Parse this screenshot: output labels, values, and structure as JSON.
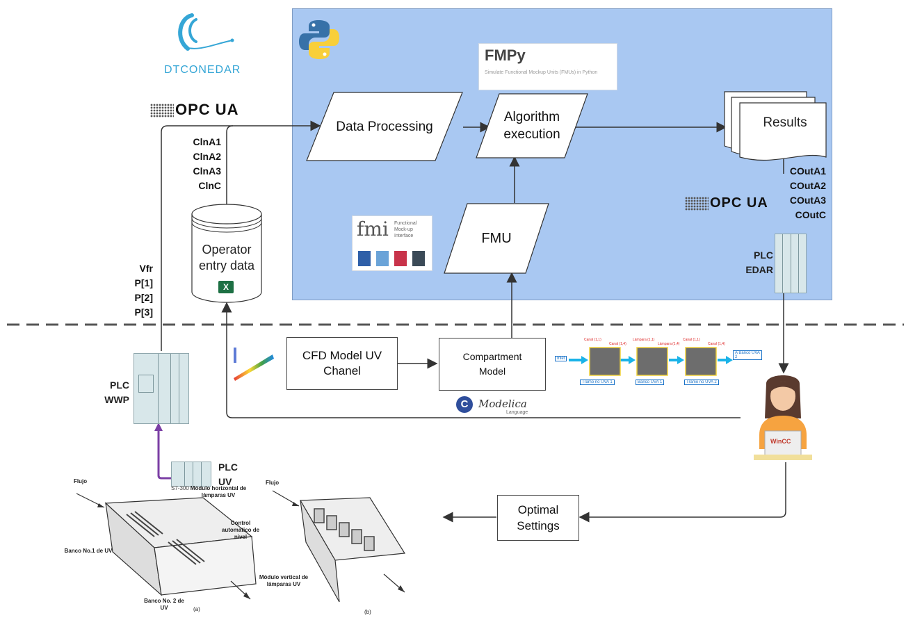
{
  "logo": {
    "text": "DTCONEDAR",
    "color": "#35a6d6"
  },
  "fmpy": {
    "title": "FMPy",
    "subtitle": "Simulate Functional Mockup Units (FMUs) in Python"
  },
  "opcua": {
    "label": "OPC UA"
  },
  "nodes": {
    "data_processing": "Data Processing",
    "algorithm_execution": "Algorithm execution",
    "results": "Results",
    "fmu": "FMU",
    "operator_entry": "Operator entry data",
    "cfd_model": "CFD Model UV Chanel",
    "compartment_model": "Compartment Model",
    "optimal_settings": "Optimal Settings"
  },
  "labels": {
    "inputs": [
      "ClnA1",
      "ClnA2",
      "ClnA3",
      "ClnC"
    ],
    "outputs": [
      "COutA1",
      "COutA2",
      "COutA3",
      "COutC"
    ],
    "plc_signals": [
      "Vfr",
      "P[1]",
      "P[2]",
      "P[3]"
    ]
  },
  "plc": {
    "wwp": "PLC WWP",
    "edar": "PLC EDAR",
    "uv": "PLC UV",
    "s7": "S7-300"
  },
  "fmi": {
    "title": "Functional Mock-up Interface",
    "letters": "fmi"
  },
  "modelica": {
    "name": "Modelica",
    "sub": "Language"
  },
  "chain": {
    "start": "Inlet",
    "stages": [
      "Tramo no UVA 1",
      "Banco UVA 1",
      "Tramo no UVA 2"
    ],
    "top": [
      "Canal (1,1)",
      "Canal (1,4)",
      "Lámpara (1,1)",
      "Lámpara (1,4)",
      "Canal (1,1)",
      "Canal (1,4)"
    ],
    "end": "A Banco UVA 2"
  },
  "uv_figure": {
    "flujo": "Flujo",
    "horizontal": "Módulo horizontal de lámparas UV",
    "control": "Control automatico de nivel",
    "banco1": "Banco No.1 de UV",
    "banco2": "Banco No. 2 de UV",
    "vertical": "Módulo vertical de lámparas UV",
    "a": "(a)",
    "b": "(b)"
  },
  "screen": {
    "label": "WinCC"
  },
  "colors": {
    "panel": "#a9c8f2",
    "purple": "#7b3fa5",
    "cyan": "#1ab3e8",
    "plc": "#d8e7ea"
  }
}
